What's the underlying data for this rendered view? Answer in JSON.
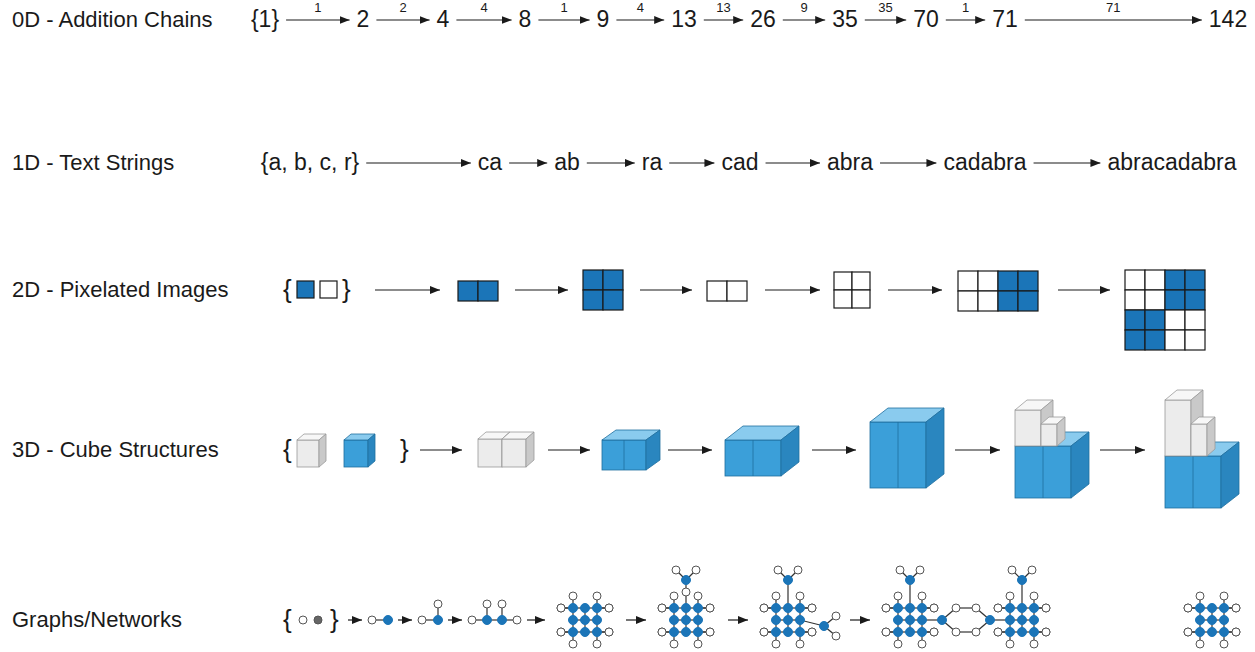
{
  "diagram": {
    "nodes": [
      {
        "text": [
          "{1}"
        ]
      },
      {
        "text": [
          "2"
        ]
      },
      {
        "text": [
          "4"
        ]
      },
      {
        "text": [
          "8"
        ]
      },
      {
        "text": [
          "9"
        ]
      },
      {
        "text": [
          "13"
        ]
      },
      {
        "text": [
          "26"
        ]
      },
      {
        "text": [
          "35"
        ]
      },
      {
        "text": [
          "70"
        ]
      },
      {
        "text": [
          "71"
        ]
      },
      {
        "text": [
          "142"
        ]
      },
      {
        "text": [
          "{a, b, c, r}"
        ]
      },
      {
        "text": [
          "ca"
        ]
      },
      {
        "text": [
          "ab"
        ]
      },
      {
        "text": [
          "ra"
        ]
      },
      {
        "text": [
          "cad"
        ]
      },
      {
        "text": [
          "abra"
        ]
      },
      {
        "text": [
          "cadabra"
        ]
      },
      {
        "text": [
          "abracadabra"
        ]
      }
    ],
    "edges": [
      {
        "from": 0,
        "to": 1,
        "arrow": "to",
        "label": "1"
      },
      {
        "from": 1,
        "to": 2,
        "arrow": "to",
        "label": "2"
      },
      {
        "from": 2,
        "to": 3,
        "arrow": "to",
        "label": "4"
      },
      {
        "from": 3,
        "to": 4,
        "arrow": "to",
        "label": "1"
      },
      {
        "from": 4,
        "to": 5,
        "arrow": "to",
        "label": "4"
      },
      {
        "from": 5,
        "to": 6,
        "arrow": "to",
        "label": "13"
      },
      {
        "from": 6,
        "to": 7,
        "arrow": "to",
        "label": "9"
      },
      {
        "from": 7,
        "to": 8,
        "arrow": "to",
        "label": "35"
      },
      {
        "from": 8,
        "to": 9,
        "arrow": "to",
        "label": "1"
      },
      {
        "from": 9,
        "to": 10,
        "arrow": "to",
        "label": "71"
      },
      {
        "from": 11,
        "to": 12,
        "arrow": "to"
      },
      {
        "from": 12,
        "to": 13,
        "arrow": "to"
      },
      {
        "from": 13,
        "to": 14,
        "arrow": "to"
      },
      {
        "from": 14,
        "to": 15,
        "arrow": "to"
      },
      {
        "from": 15,
        "to": 16,
        "arrow": "to"
      },
      {
        "from": 16,
        "to": 17,
        "arrow": "to"
      },
      {
        "from": 17,
        "to": 18,
        "arrow": "to"
      }
    ],
    "labels": [
      "0D - Addition Chains",
      "1D - Text Strings",
      "2D - Pixelated Images",
      "3D - Cube Structures",
      "Graphs/Networks",
      "{",
      "}",
      "{",
      "}",
      "{",
      "}"
    ]
  }
}
